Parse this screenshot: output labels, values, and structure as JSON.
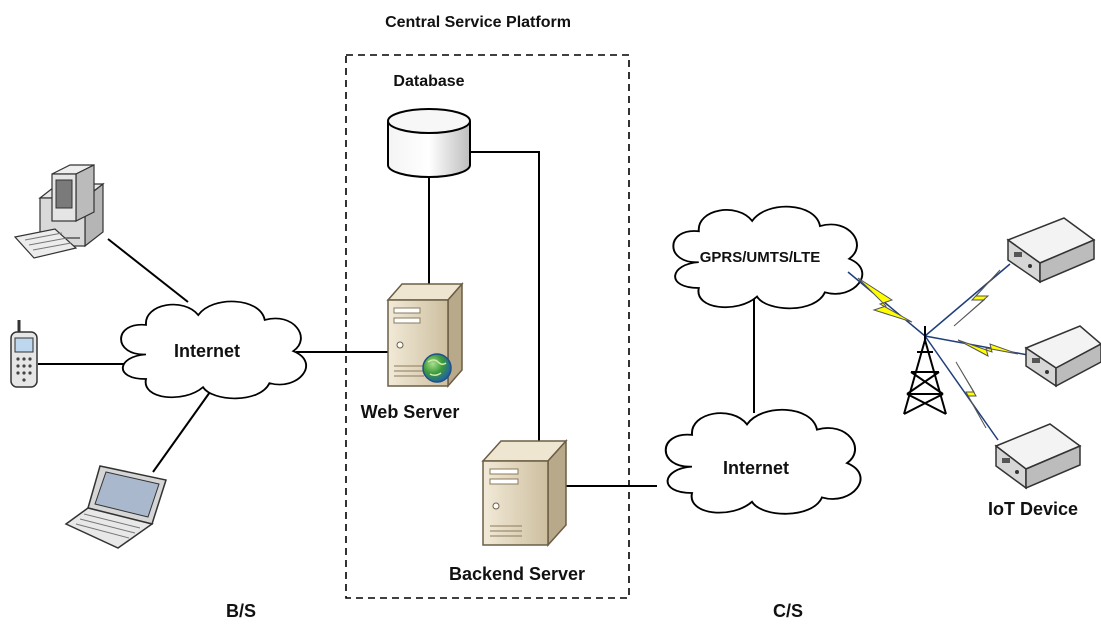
{
  "platform": {
    "title": "Central Service Platform"
  },
  "labels": {
    "database": "Database",
    "web_server": "Web Server",
    "backend_server": "Backend Server",
    "internet_left": "Internet",
    "internet_right": "Internet",
    "cellular": "GPRS/UMTS/LTE",
    "iot_device": "IoT Device",
    "bs": "B/S",
    "cs": "C/S"
  },
  "colors": {
    "line": "#000000",
    "cloud_fill": "#ffffff",
    "server_body": "#e7dcc4",
    "server_side": "#b8a98a",
    "lightning": "#ffff00",
    "radio_link": "#1f3f7a",
    "globe": "#3b82c4"
  }
}
